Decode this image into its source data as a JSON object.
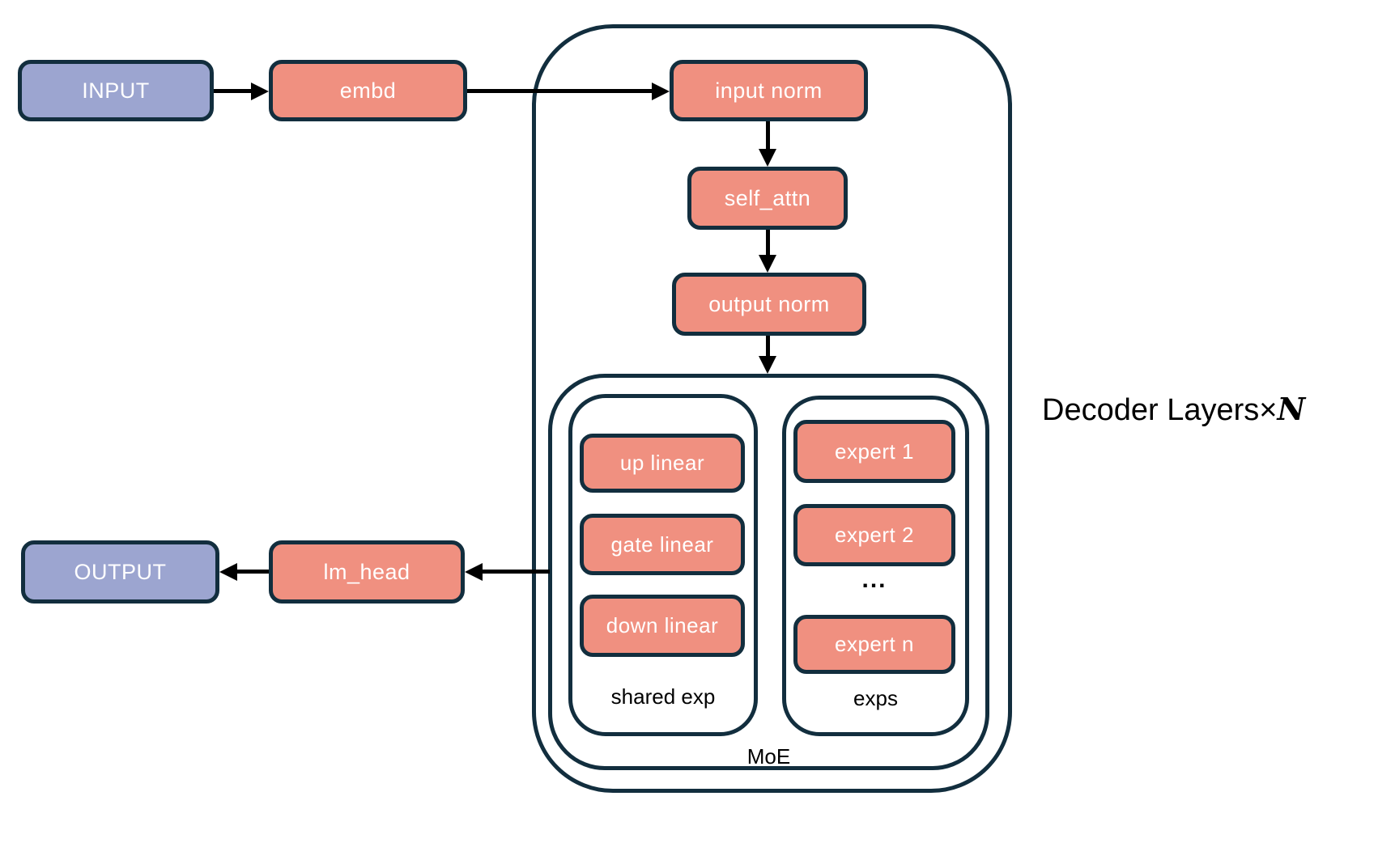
{
  "diagram": {
    "nodes": {
      "input": "INPUT",
      "embd": "embd",
      "input_norm": "input norm",
      "self_attn": "self_attn",
      "output_norm": "output norm",
      "up_linear": "up linear",
      "gate_linear": "gate linear",
      "down_linear": "down linear",
      "expert_1": "expert 1",
      "expert_2": "expert 2",
      "ellipsis": "...",
      "expert_n": "expert n",
      "lm_head": "lm_head",
      "output": "OUTPUT"
    },
    "containers": {
      "shared_exp_label": "shared exp",
      "exps_label": "exps",
      "moe_label": "MoE",
      "decoder_label_text": "Decoder Layers",
      "decoder_label_times": "×",
      "decoder_label_n": "N"
    },
    "colors": {
      "node_salmon": "#f09080",
      "node_purple": "#9ca5d0",
      "border_navy": "#122e3e",
      "arrow_black": "#000000",
      "background": "#ffffff",
      "node_text": "#ffffff",
      "label_text": "#000000"
    }
  }
}
